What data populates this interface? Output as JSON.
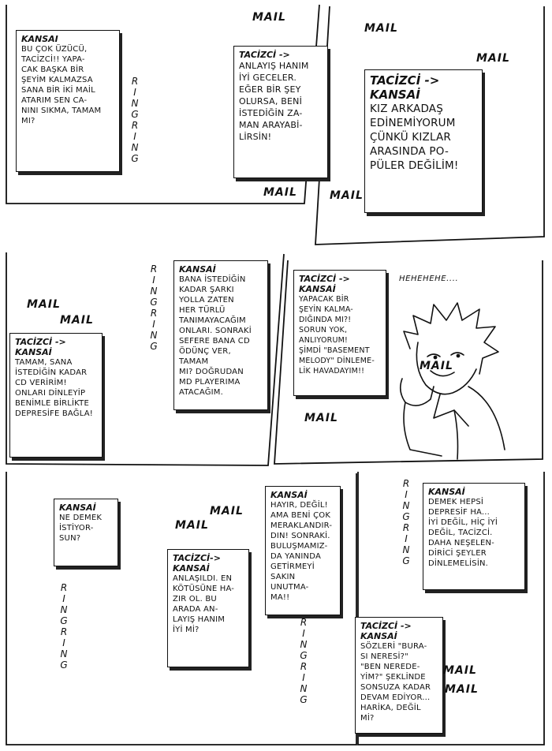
{
  "sfx": {
    "mail": "MAIL",
    "ring": "R\nI\nN\nG\nR\nI\nN\nG",
    "hehehe": "HEHEHEHE...."
  },
  "boxes": {
    "b1": {
      "header": "KANSAI",
      "body": "BU ÇOK ÜZÜCÜ,\nTACİZCİ!! YAPA-\nCAK BAŞKA BİR\nŞEYİM KALMAZSA\nSANA BİR İKİ MAİL\nATARIM SEN CA-\nNINI SIKMA, TAMAM\nMI?"
    },
    "b2": {
      "header": "TACİZCİ ->",
      "body": "ANLAYIŞ HANIM\nİYİ GECELER.\nEĞER BİR ŞEY\nOLURSA, BENİ\nİSTEDİĞİN ZA-\nMAN ARAYABİ-\nLİRSİN!"
    },
    "b3": {
      "header": "TACİZCİ ->\nKANSAİ",
      "body": "KIZ ARKADAŞ\nEDİNEMİYORUM\nÇÜNKÜ KIZLAR\nARASINDA PO-\nPÜLER DEĞİLİM!"
    },
    "b4": {
      "header": "KANSAİ",
      "body": "BANA İSTEDİĞİN\nKADAR ŞARKI\nYOLLA ZATEN\nHER TÜRLÜ\nTANIMAYACAĞIM\nONLARI. SONRAKİ\nSEFERE BANA CD\nÖDÜNÇ VER, TAMAM\nMI? DOĞRUDAN\nMD PLAYERIMA\nATACAĞIM."
    },
    "b5": {
      "header": "TACİZCİ ->\nKANSAİ",
      "body": "YAPACAK BİR\nŞEYİN KALMA-\nDIĞINDA MI?!\nSORUN YOK,\nANLIYORUM!\nŞİMDİ \"BASEMENT\nMELODY\" DİNLEME-\nLİK HAVADAYIM!!"
    },
    "b6": {
      "header": "TACİZCİ ->\nKANSAİ",
      "body": "TAMAM, SANA\nİSTEDİĞİN KADAR\nCD VERİRİM!\nONLARI DİNLEYİP\nBENİMLE BİRLİKTE\nDEPRESİFE BAĞLA!"
    },
    "b7": {
      "header": "KANSAİ",
      "body": "NE DEMEK\nİSTİYOR-\nSUN?"
    },
    "b8": {
      "header": "TACİZCİ->\nKANSAİ",
      "body": "ANLAŞILDI. EN\nKÖTÜSÜNE HA-\nZIR OL. BU\nARADA AN-\nLAYIŞ HANIM\nİYİ Mİ?"
    },
    "b9": {
      "header": "KANSAİ",
      "body": "HAYIR, DEĞİL!\nAMA BENİ ÇOK\nMERAKLANDIR-\nDIN! SONRAKİ.\nBULUŞMAMIZ-\nDA YANINDA\nGETİRMEYİ\nSAKIN UNUTMA-\nMA!!"
    },
    "b10": {
      "header": "KANSAİ",
      "body": "DEMEK HEPSİ\nDEPRESİF HA...\nİYİ DEĞİL, HİÇ İYİ\nDEĞİL, TACİZCİ.\nDAHA NEŞELEN-\nDİRİCİ ŞEYLER\nDİNLEMELİSİN."
    },
    "b11": {
      "header": "TACİZCİ ->\nKANSAİ",
      "body": "SÖZLERİ \"BURA-\nSI NERESİ?\"\n\"BEN NEREDE-\nYİM?\" ŞEKLİNDE\nSONSUZA KADAR\nDEVAM EDİYOR...\nHARİKA, DEĞİL\nMİ?"
    }
  }
}
